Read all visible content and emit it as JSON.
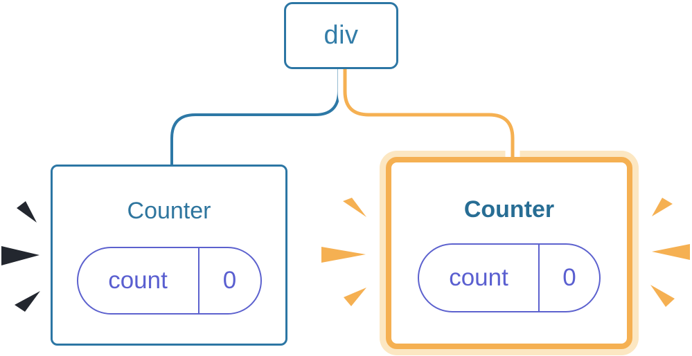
{
  "diagram": {
    "description": "React component tree: a div parent with two Counter children; the right Counter is highlighted as newly rendered",
    "root_node": {
      "label": "div"
    },
    "nodes": [
      {
        "label": "Counter",
        "state_key": "count",
        "state_value": "0",
        "highlighted": false
      },
      {
        "label": "Counter",
        "state_key": "count",
        "state_value": "0",
        "highlighted": true
      }
    ]
  },
  "colors": {
    "background": "#FFFFFF",
    "node_border_blue": "#2C76A4",
    "edge_blue": "#2D78A6",
    "root_label_blue": "#337DA8",
    "counter_label_blue": "#2E759E",
    "counter_label_blue_bold": "#276D94",
    "state_purple_border": "#5C61CE",
    "state_purple_text": "#5A5FD0",
    "highlight_orange": "#F5B052",
    "highlight_halo": "#FCE7C2",
    "spark_dark": "#23272F"
  },
  "icons": {
    "left_burst": "burst-spark-dark",
    "right_burst_inner": "burst-spark-orange",
    "right_burst_outer": "burst-spark-orange"
  }
}
